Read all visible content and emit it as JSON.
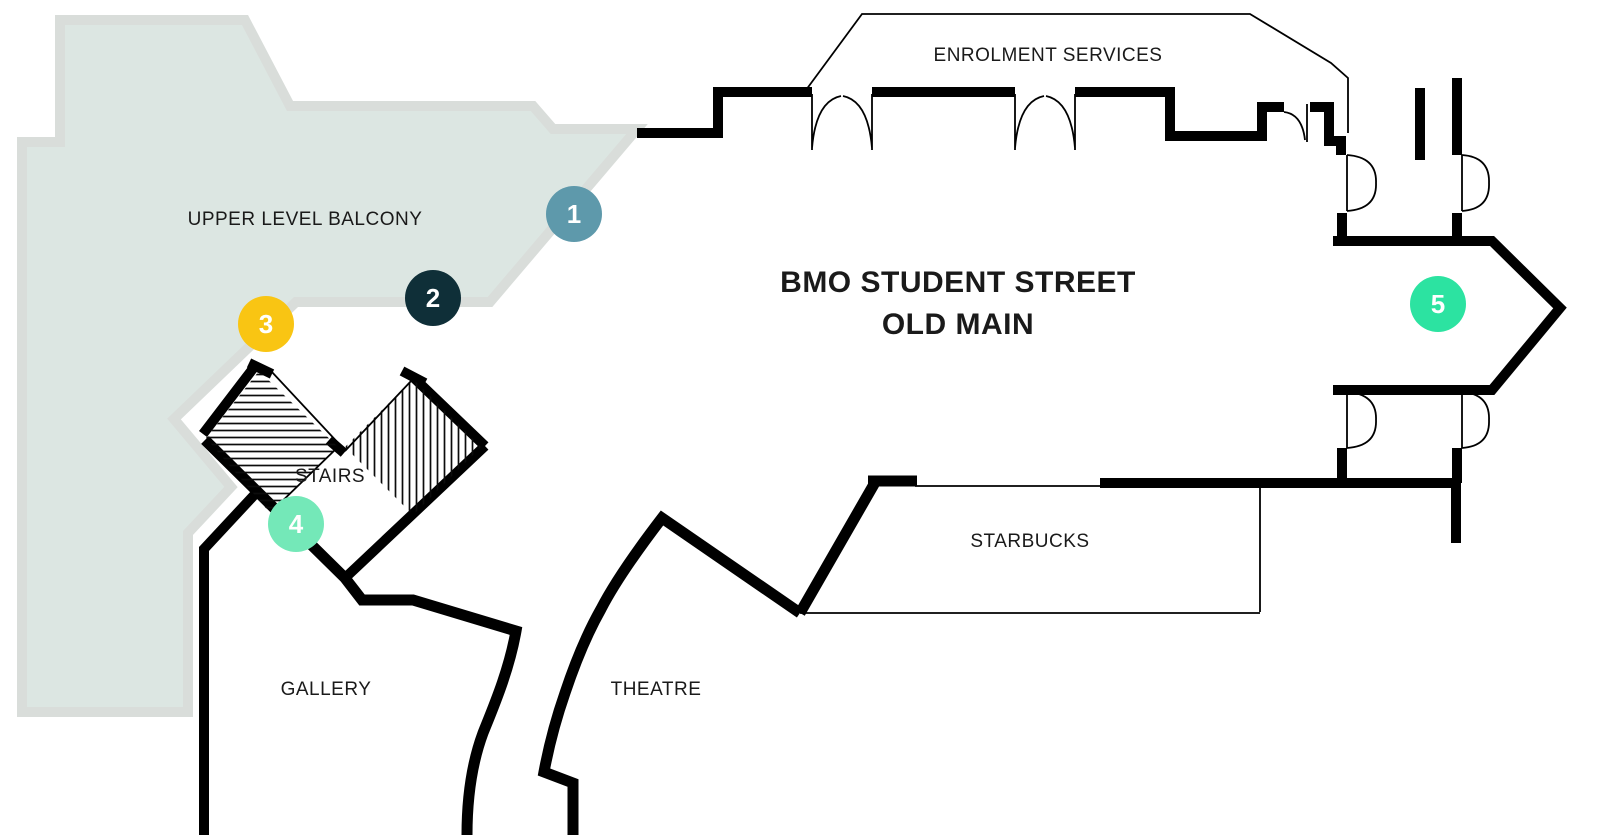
{
  "map": {
    "title_line1": "BMO STUDENT STREET",
    "title_line2": "OLD MAIN",
    "labels": {
      "balcony": "UPPER LEVEL BALCONY",
      "enrolment_services": "ENROLMENT SERVICES",
      "stairs": "STAIRS",
      "gallery": "GALLERY",
      "theatre": "THEATRE",
      "starbucks": "STARBUCKS"
    },
    "colors": {
      "balcony_fill": "#DCE6E2",
      "balcony_border": "#D9DDDA",
      "wall": "#000000",
      "background": "#FFFFFF"
    },
    "markers": [
      {
        "number": "1",
        "color": "#5E99AB"
      },
      {
        "number": "2",
        "color": "#0F2F38"
      },
      {
        "number": "3",
        "color": "#F9C513"
      },
      {
        "number": "4",
        "color": "#74E8B8"
      },
      {
        "number": "5",
        "color": "#2CE3A1"
      }
    ]
  }
}
